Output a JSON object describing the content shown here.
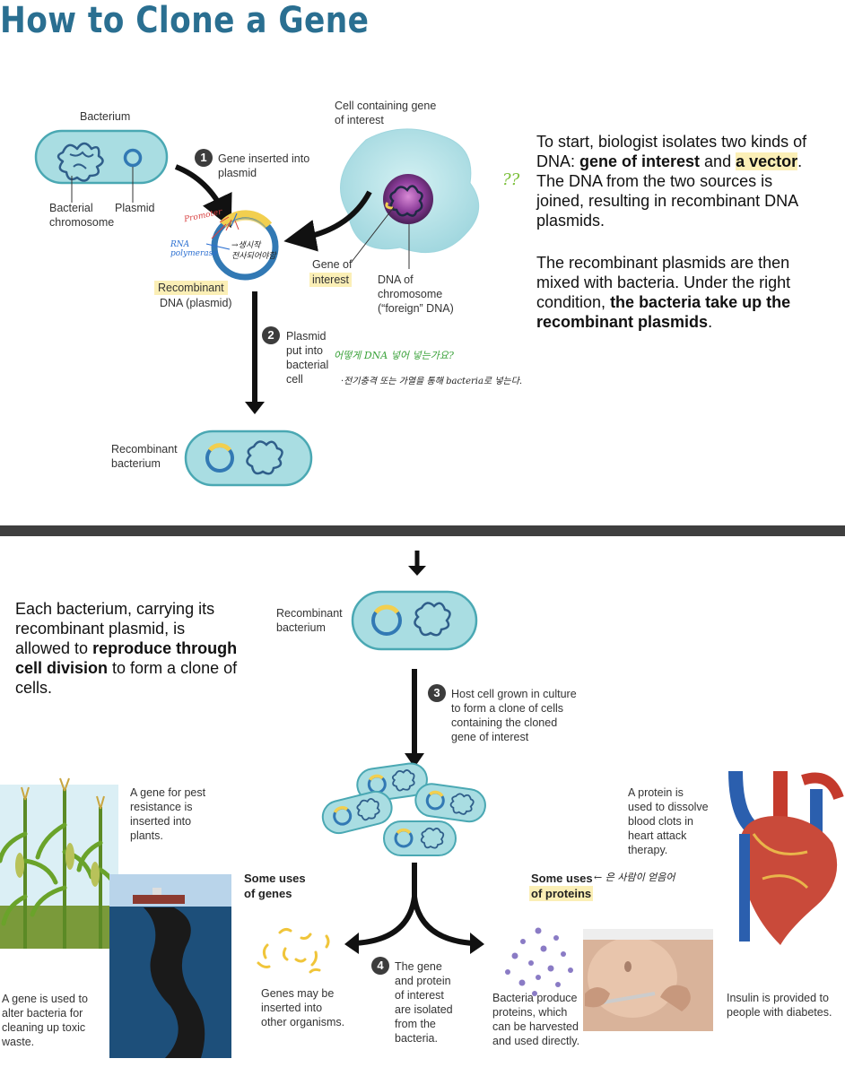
{
  "title": "How to Clone a Gene",
  "labels": {
    "bacterium": "Bacterium",
    "bacterial_chromosome": "Bacterial\nchromosome",
    "plasmid": "Plasmid",
    "cell_containing_gene": "Cell containing gene\nof interest",
    "step1": "Gene inserted into\nplasmid",
    "gene_of": "Gene of",
    "interest": "interest",
    "dna_of_chromosome": "DNA of\nchromosome\n(“foreign” DNA)",
    "recombinant_dna_1": "Recombinant",
    "recombinant_dna_2": "DNA (plasmid)",
    "step2": "Plasmid\nput into\nbacterial\ncell",
    "recombinant_bacterium_top": "Recombinant\nbacterium",
    "recombinant_bacterium_bottom": "Recombinant\nbacterium",
    "step3": "Host cell grown in culture\nto form a clone of cells\ncontaining the cloned\ngene of interest",
    "pest_resistance": "A gene for pest\nresistance is\ninserted into\nplants.",
    "toxic_waste": "A gene is used to\nalter bacteria for\ncleaning up toxic\nwaste.",
    "uses_genes": "Some uses\nof genes",
    "uses_proteins_1": "Some uses",
    "uses_proteins_2": "of proteins",
    "genes_inserted": "Genes may be\ninserted into\nother organisms.",
    "step4": "The gene\nand protein\nof interest\nare isolated\nfrom the\nbacteria.",
    "bacteria_produce": "Bacteria produce\nproteins, which\ncan be harvested\nand used directly.",
    "blood_clots": "A protein is\nused to dissolve\nblood clots in\nheart attack\ntherapy.",
    "insulin": "Insulin is provided to\npeople with diabetes."
  },
  "step_numbers": [
    "1",
    "2",
    "3",
    "4"
  ],
  "paragraphs": {
    "p1_a": "To start, biologist isolates two kinds of DNA: ",
    "p1_b": "gene of interest",
    "p1_c": " and ",
    "p1_d": "a vector",
    "p1_e": ". The DNA from the two sources is joined, resulting in recombinant DNA plasmids.",
    "p2_a": "The recombinant plasmids are then mixed with bacteria. Under the right condition, ",
    "p2_b": "the bacteria take up the recombinant plasmids",
    "p2_c": ".",
    "p3_a": "Each bacterium, carrying its recombinant plasmid, is allowed to ",
    "p3_b": "reproduce through cell division",
    "p3_c": " to form a clone of cells."
  },
  "handwriting": {
    "question_mark": "??",
    "promoter": "Promoter",
    "rna_polymerase": "RNA\npolymerase",
    "korean_note_1": "→생시작\n전사되어야함",
    "korean_question": "어떻게 DNA 넣어 넣는가요?",
    "korean_answer": "·전기충격 또는 가열을 통해 bacteria로 넣는다.",
    "korean_protein_note": "← 은 사람이 얻음어"
  },
  "colors": {
    "title": "#2a6f91",
    "cell_fill": "#a9dde2",
    "cell_stroke": "#4aa8b3",
    "dna": "#2f5e8a",
    "plasmid": "#3279b4",
    "insert": "#f2cf4f",
    "highlight": "#fbefb6",
    "protein_dots": "#8a7bc5",
    "divider": "#444444"
  }
}
